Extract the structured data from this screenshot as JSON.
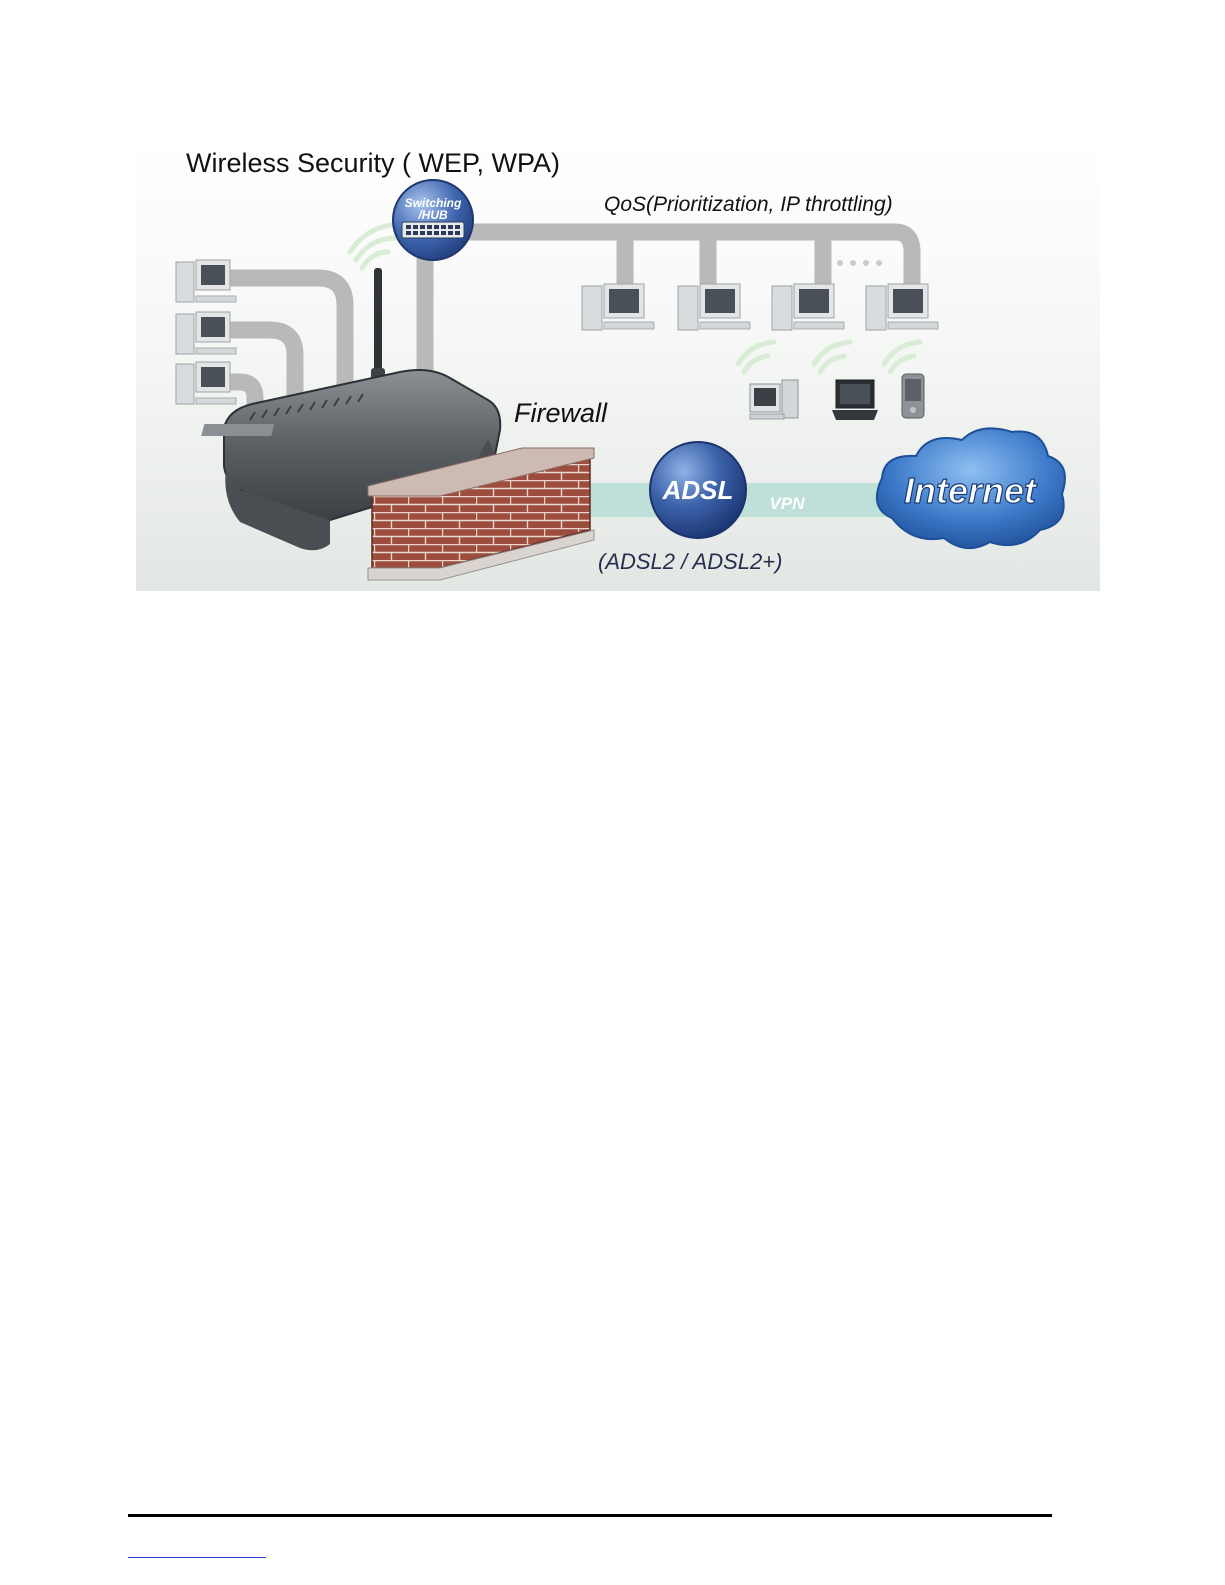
{
  "diagram": {
    "title": "Wireless Security ( WEP, WPA)",
    "qos_label": "QoS(Prioritization, IP throttling)",
    "firewall_label": "Firewall",
    "hub_label_line1": "Switching",
    "hub_label_line2": "/HUB",
    "adsl_label": "ADSL",
    "vpn_label": "VPN",
    "internet_label": "Internet",
    "adsl_standards": "(ADSL2 / ADSL2+)",
    "colors": {
      "cable": "#b9b9b9",
      "wan_link": "#bfe0d8",
      "brick": "#9a4a3c",
      "globe": "#2a4f96",
      "cloud": "#3f78c4",
      "router": "#5d6266"
    }
  }
}
